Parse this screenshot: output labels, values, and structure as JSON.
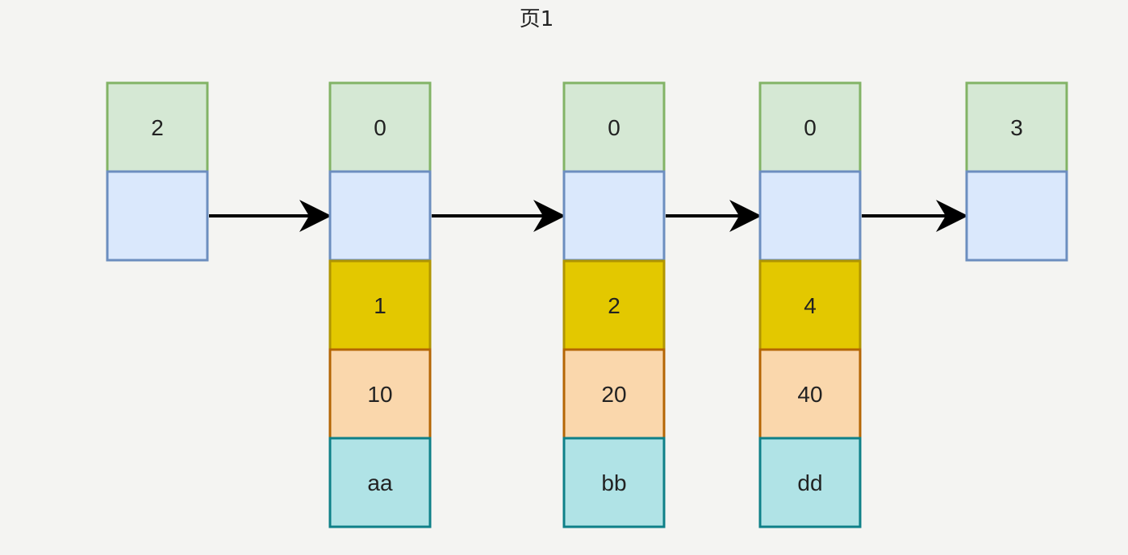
{
  "title": "页1",
  "colors": {
    "header_fill": "#d5e8d4",
    "header_stroke": "#82b366",
    "pointer_fill": "#dae8fc",
    "pointer_stroke": "#6c8ebf",
    "key_fill": "#e3c800",
    "key_stroke": "#b09500",
    "value_fill": "#fad7ac",
    "value_stroke": "#b46504",
    "data_fill": "#b0e3e6",
    "data_stroke": "#0e8088",
    "arrow": "#000000",
    "background": "#f4f4f2"
  },
  "nodes": [
    {
      "id": "head",
      "header": "2",
      "key": null,
      "value": null,
      "data": null
    },
    {
      "id": "record-1",
      "header": "0",
      "key": "1",
      "value": "10",
      "data": "aa"
    },
    {
      "id": "record-2",
      "header": "0",
      "key": "2",
      "value": "20",
      "data": "bb"
    },
    {
      "id": "record-3",
      "header": "0",
      "key": "4",
      "value": "40",
      "data": "dd"
    },
    {
      "id": "tail",
      "header": "3",
      "key": null,
      "value": null,
      "data": null
    }
  ],
  "edges": [
    {
      "from": "head",
      "to": "record-1"
    },
    {
      "from": "record-1",
      "to": "record-2"
    },
    {
      "from": "record-2",
      "to": "record-3"
    },
    {
      "from": "record-3",
      "to": "tail"
    }
  ]
}
